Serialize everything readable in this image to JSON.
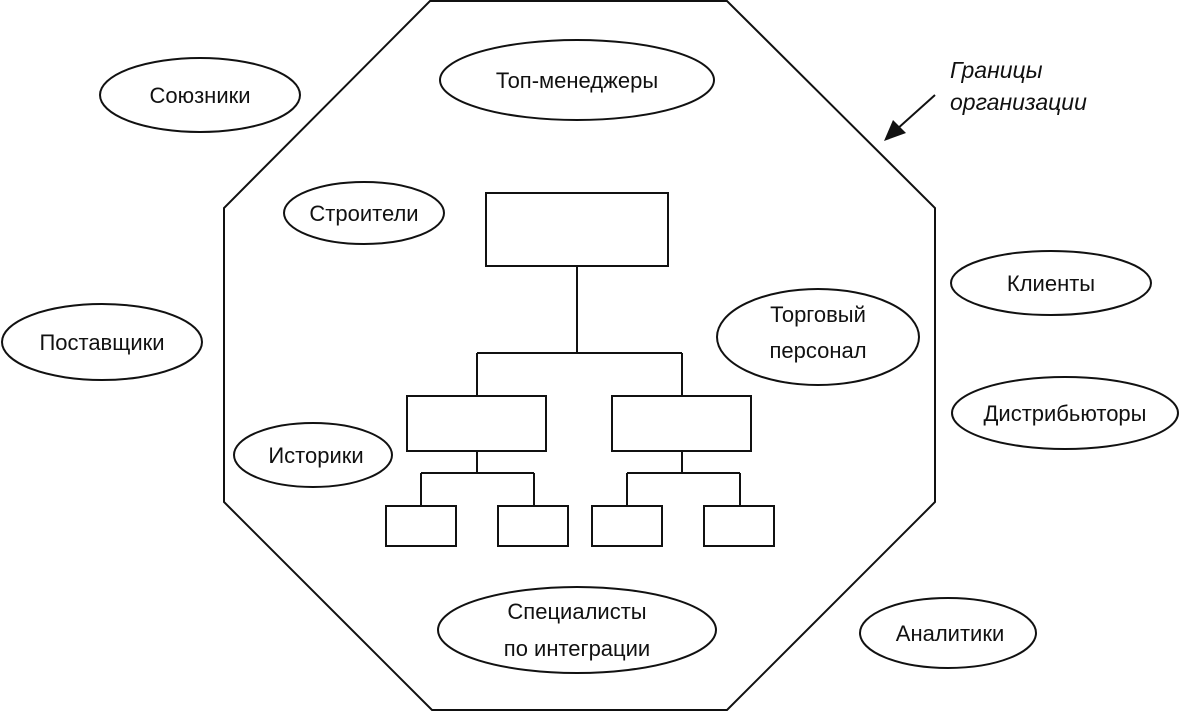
{
  "boundary_label": {
    "line1": "Границы",
    "line2": "организации"
  },
  "groups": {
    "allies": {
      "lines": [
        "Союзники"
      ]
    },
    "top_managers": {
      "lines": [
        "Топ-менеджеры"
      ]
    },
    "builders": {
      "lines": [
        "Строители"
      ]
    },
    "clients": {
      "lines": [
        "Клиенты"
      ]
    },
    "suppliers": {
      "lines": [
        "Поставщики"
      ]
    },
    "sales_staff": {
      "lines": [
        "Торговый",
        "персонал"
      ]
    },
    "distributors": {
      "lines": [
        "Дистрибьюторы"
      ]
    },
    "historians": {
      "lines": [
        "Историки"
      ]
    },
    "integration_specialists": {
      "lines": [
        "Специалисты",
        "по интеграции"
      ]
    },
    "analysts": {
      "lines": [
        "Аналитики"
      ]
    }
  }
}
